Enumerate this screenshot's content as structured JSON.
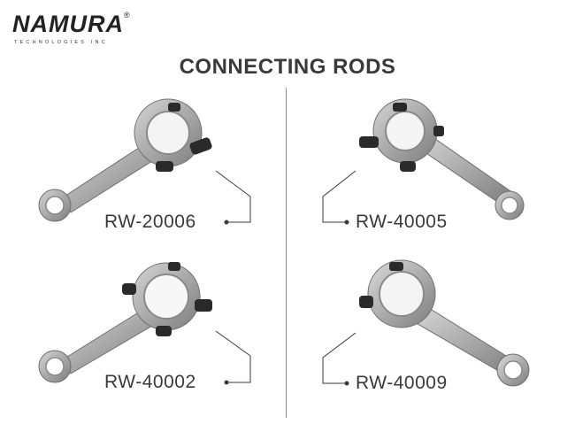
{
  "logo": {
    "brand": "NAMURA",
    "registered": "®",
    "tagline": "TECHNOLOGIES INC"
  },
  "title": "CONNECTING RODS",
  "parts": [
    {
      "id": "rw-20006",
      "label": "RW-20006"
    },
    {
      "id": "rw-40005",
      "label": "RW-40005"
    },
    {
      "id": "rw-40002",
      "label": "RW-40002"
    },
    {
      "id": "rw-40009",
      "label": "RW-40009"
    }
  ],
  "colors": {
    "text": "#3a3a3a",
    "metal": "#b8b8b8",
    "metal_dark": "#6e6e6e",
    "bolt": "#2a2a2a"
  }
}
